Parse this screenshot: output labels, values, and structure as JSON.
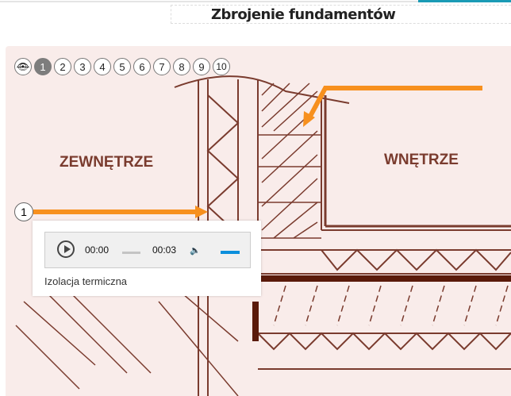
{
  "header": {
    "title": "Zbrojenie fundamentów"
  },
  "toolbar": {
    "hide_icon": "eye-slash-icon",
    "markers": [
      "1",
      "2",
      "3",
      "4",
      "5",
      "6",
      "7",
      "8",
      "9",
      "10"
    ],
    "active": "1"
  },
  "diagram": {
    "label_outside": "ZEWNĘTRZE",
    "label_inside": "WNĘTRZE"
  },
  "hotspot": {
    "number": "1"
  },
  "popup": {
    "current_time": "00:00",
    "duration": "00:03",
    "caption": "Izolacja termiczna",
    "progress_percent": 0,
    "volume_percent": 100
  },
  "colors": {
    "accent": "#1a9bb5",
    "arrow": "#f7901e",
    "drawing": "#7a3b2e",
    "volume": "#0b8fdc"
  }
}
